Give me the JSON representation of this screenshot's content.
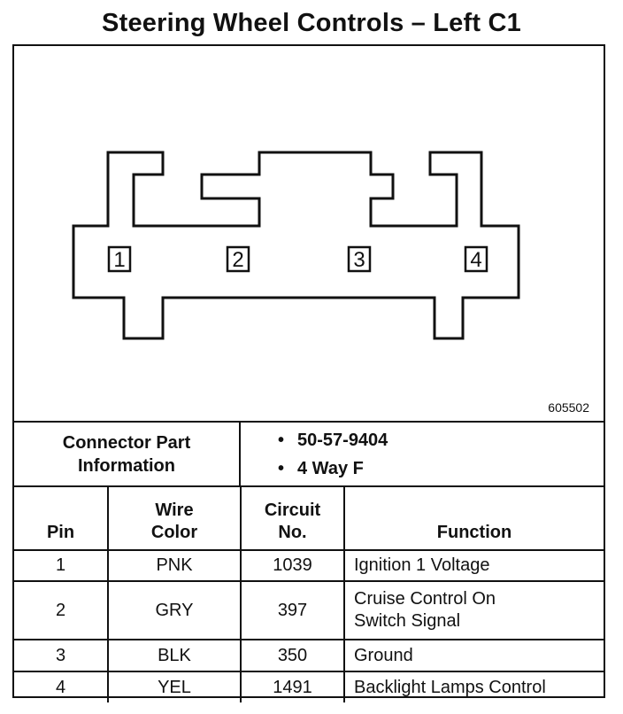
{
  "title": "Steering Wheel Controls – Left C1",
  "figure_code": "605502",
  "connector_pins": [
    "1",
    "2",
    "3",
    "4"
  ],
  "connector_info": {
    "label_line1": "Connector Part",
    "label_line2": "Information",
    "items": [
      "50-57-9404",
      "4 Way F"
    ]
  },
  "table": {
    "headers": {
      "pin": "Pin",
      "wire_line1": "Wire",
      "wire_line2": "Color",
      "circuit_line1": "Circuit",
      "circuit_line2": "No.",
      "function": "Function"
    },
    "rows": [
      {
        "pin": "1",
        "color": "PNK",
        "circuit": "1039",
        "function_line1": "Ignition 1 Voltage",
        "function_line2": ""
      },
      {
        "pin": "2",
        "color": "GRY",
        "circuit": "397",
        "function_line1": "Cruise Control On",
        "function_line2": "Switch Signal"
      },
      {
        "pin": "3",
        "color": "BLK",
        "circuit": "350",
        "function_line1": "Ground",
        "function_line2": ""
      },
      {
        "pin": "4",
        "color": "YEL",
        "circuit": "1491",
        "function_line1": "Backlight Lamps Control",
        "function_line2": ""
      }
    ]
  }
}
